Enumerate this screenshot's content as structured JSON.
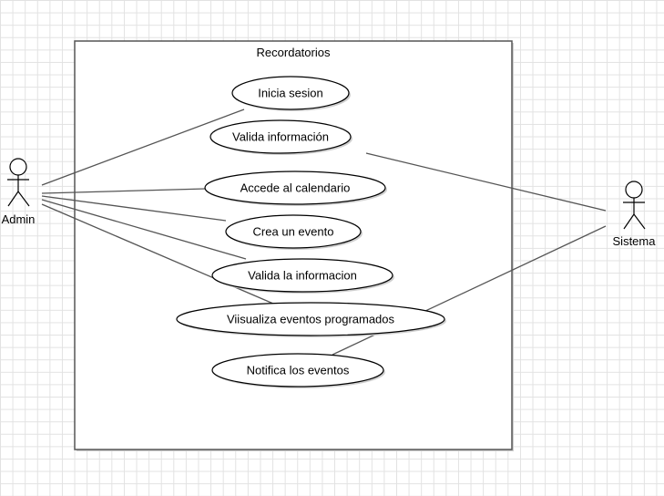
{
  "system": {
    "title": "Recordatorios"
  },
  "actors": {
    "admin": {
      "label": "Admin"
    },
    "sistema": {
      "label": "Sistema"
    }
  },
  "use_cases": {
    "inicia_sesion": "Inicia sesion",
    "valida_informacion": "Valida información",
    "accede_calendario": "Accede al calendario",
    "crea_evento": "Crea un evento",
    "valida_la_informacion": "Valida la informacion",
    "visualiza_eventos": "Viisualiza eventos programados",
    "notifica_eventos": "Notifica los eventos"
  },
  "colors": {
    "line": "#555555",
    "border": "#444444",
    "shadow": "#cfcfcf",
    "fill": "#ffffff",
    "grid": "#e2e2e2"
  }
}
